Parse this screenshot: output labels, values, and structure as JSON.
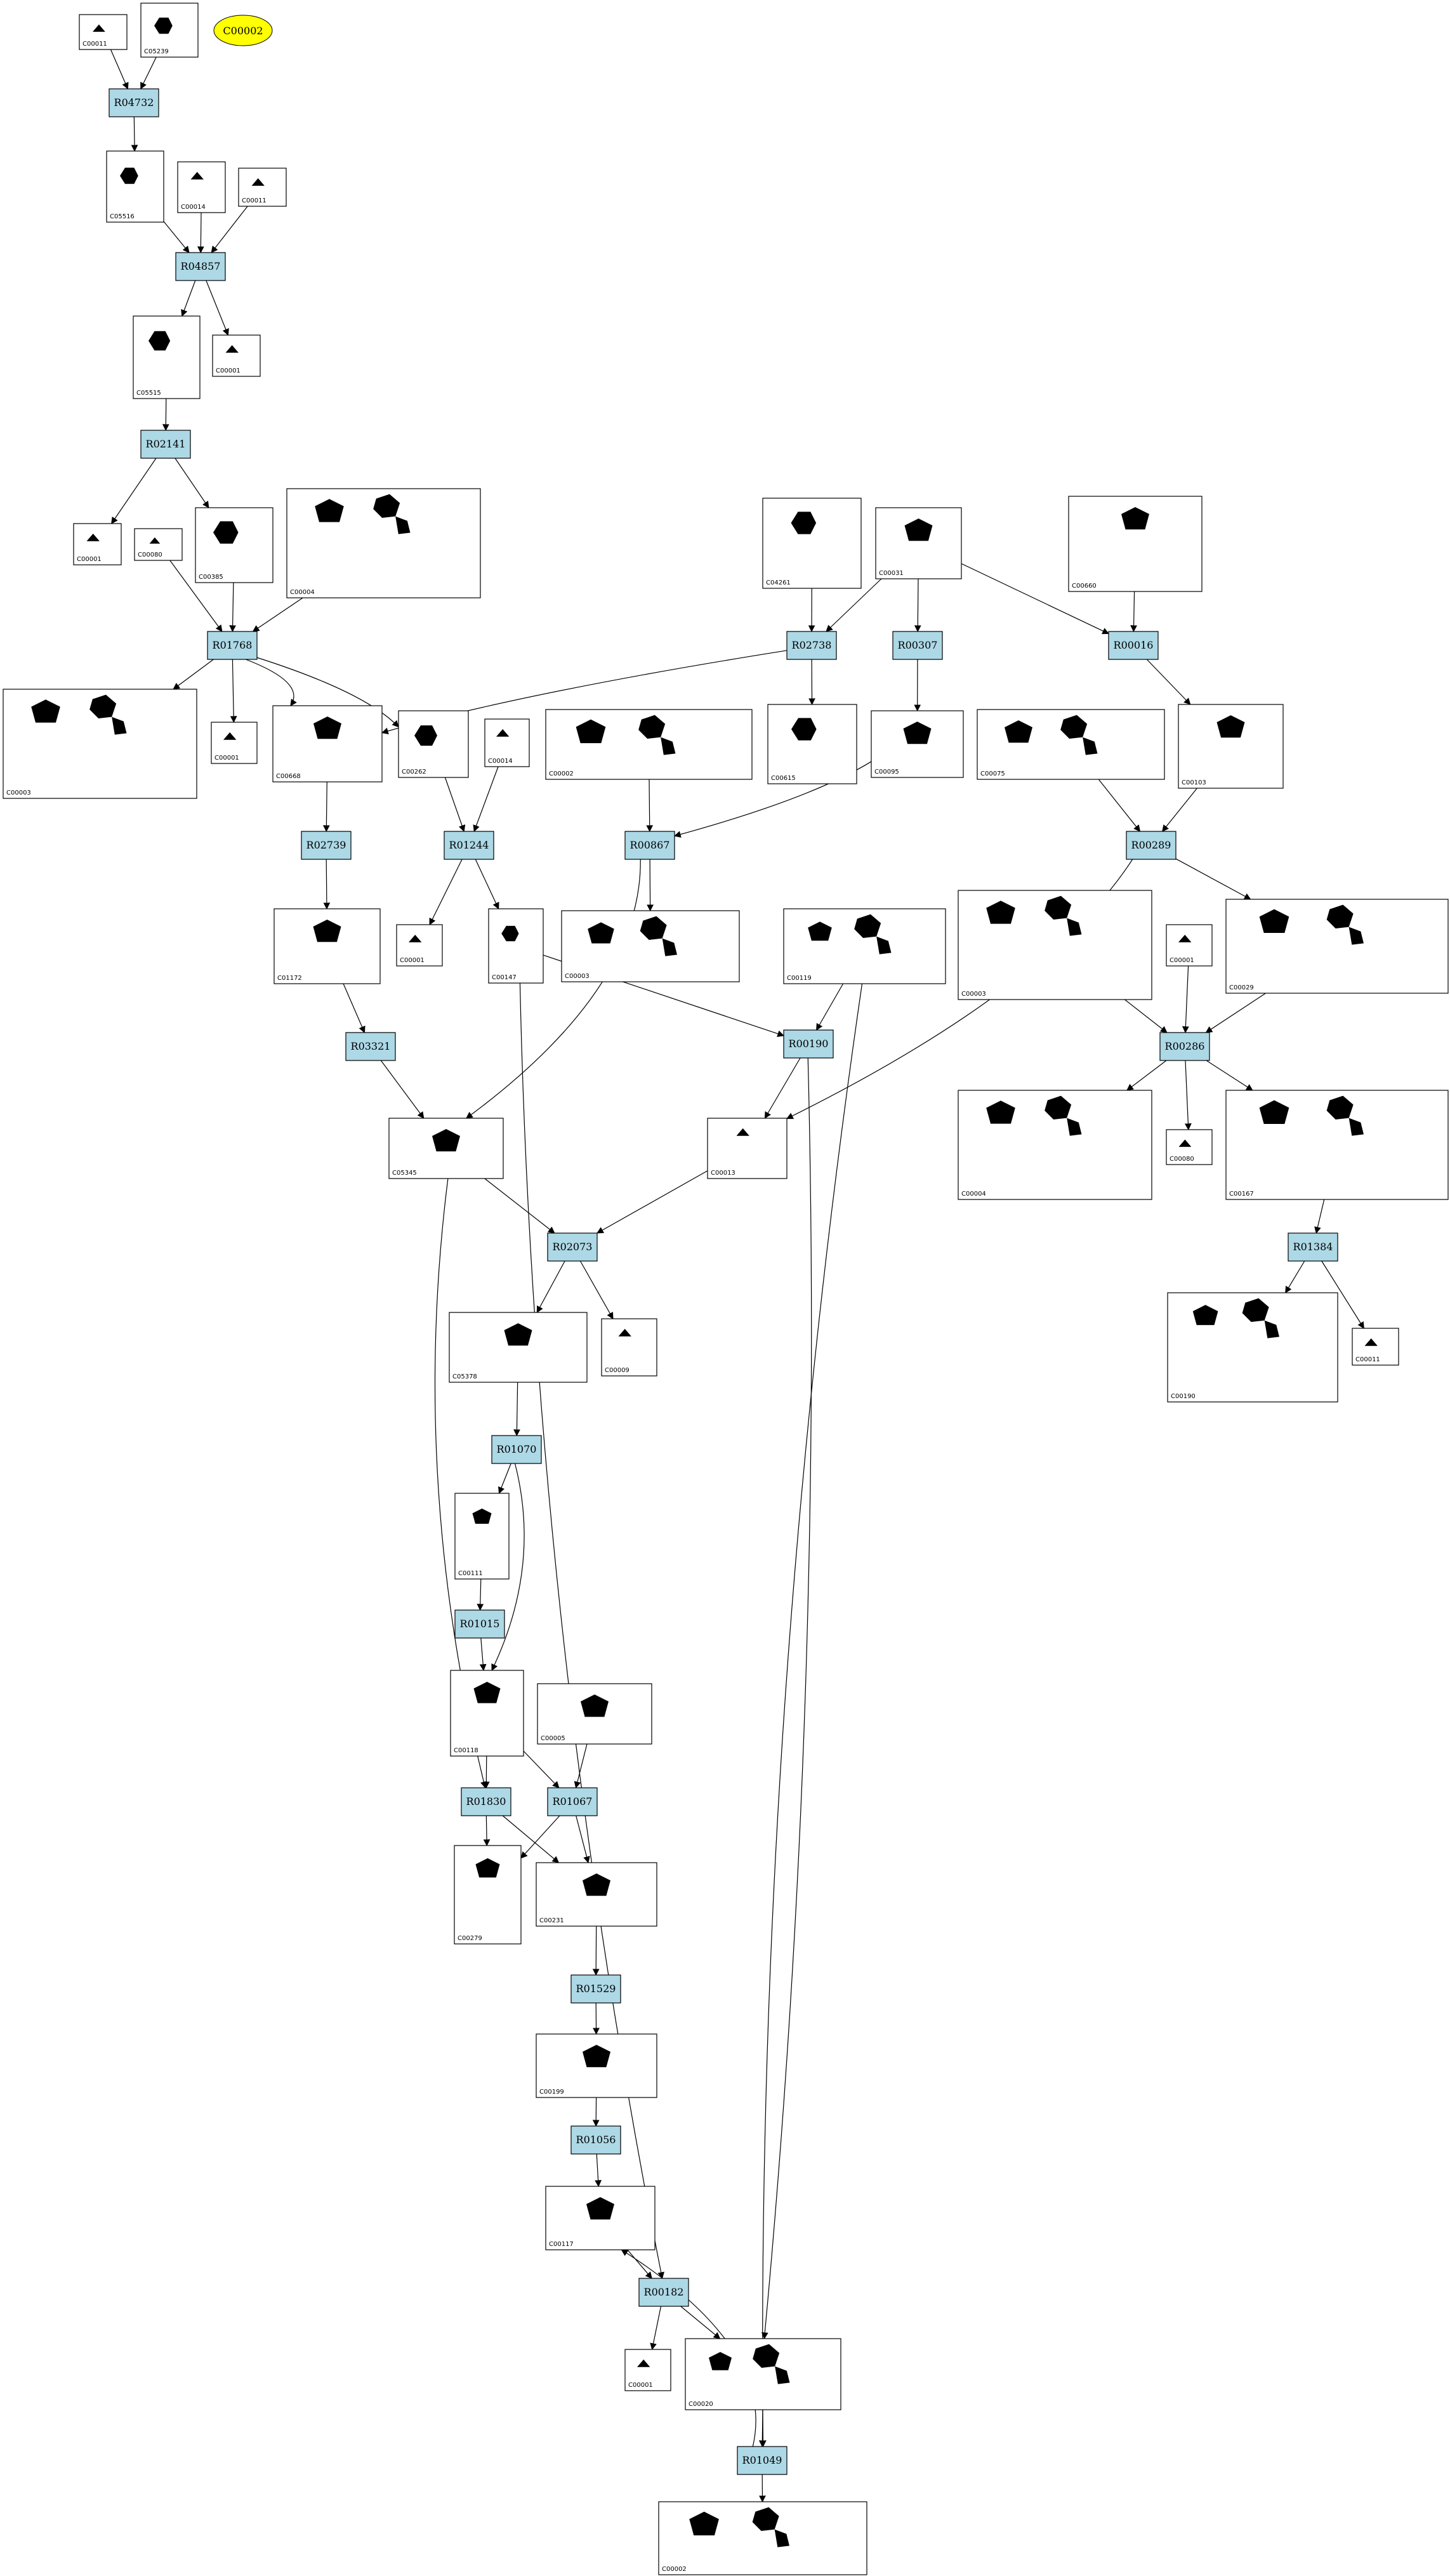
{
  "highlight": "C00002",
  "compounds": [
    {
      "id": "c1",
      "label": "C00011"
    },
    {
      "id": "c2",
      "label": "C05239"
    },
    {
      "id": "c3",
      "label": "C05516"
    },
    {
      "id": "c4",
      "label": "C00014"
    },
    {
      "id": "c5",
      "label": "C00011"
    },
    {
      "id": "c6",
      "label": "C05515"
    },
    {
      "id": "c7",
      "label": "C00001"
    },
    {
      "id": "c8",
      "label": "C00001"
    },
    {
      "id": "c9",
      "label": "C00080"
    },
    {
      "id": "c10",
      "label": "C00385"
    },
    {
      "id": "c11",
      "label": "C00004"
    },
    {
      "id": "c12",
      "label": "C04261"
    },
    {
      "id": "c13",
      "label": "C00031"
    },
    {
      "id": "c14",
      "label": "C00660"
    },
    {
      "id": "c15",
      "label": "C00003"
    },
    {
      "id": "c16",
      "label": "C00001"
    },
    {
      "id": "c17",
      "label": "C00668"
    },
    {
      "id": "c18",
      "label": "C00262"
    },
    {
      "id": "c19",
      "label": "C00014"
    },
    {
      "id": "c20",
      "label": "C00002"
    },
    {
      "id": "c21",
      "label": "C00615"
    },
    {
      "id": "c22",
      "label": "C00095"
    },
    {
      "id": "c23",
      "label": "C00075"
    },
    {
      "id": "c24",
      "label": "C00103"
    },
    {
      "id": "c25",
      "label": "C01172"
    },
    {
      "id": "c26",
      "label": "C00001"
    },
    {
      "id": "c27",
      "label": "C00147"
    },
    {
      "id": "c28",
      "label": "C00003"
    },
    {
      "id": "c29",
      "label": "C00119"
    },
    {
      "id": "c30",
      "label": "C00003"
    },
    {
      "id": "c31",
      "label": "C00001"
    },
    {
      "id": "c32",
      "label": "C00029"
    },
    {
      "id": "c33",
      "label": "C05345"
    },
    {
      "id": "c34",
      "label": "C00013"
    },
    {
      "id": "c35",
      "label": "C00004"
    },
    {
      "id": "c36",
      "label": "C00080"
    },
    {
      "id": "c37",
      "label": "C00167"
    },
    {
      "id": "c38",
      "label": "C05378"
    },
    {
      "id": "c39",
      "label": "C00009"
    },
    {
      "id": "c40",
      "label": "C00190"
    },
    {
      "id": "c41",
      "label": "C00011"
    },
    {
      "id": "c42",
      "label": "C00111"
    },
    {
      "id": "c43",
      "label": "C00118"
    },
    {
      "id": "c44",
      "label": "C00005"
    },
    {
      "id": "c45",
      "label": "C00279"
    },
    {
      "id": "c46",
      "label": "C00231"
    },
    {
      "id": "c47",
      "label": "C00199"
    },
    {
      "id": "c48",
      "label": "C00117"
    },
    {
      "id": "c49",
      "label": "C00001"
    },
    {
      "id": "c50",
      "label": "C00020"
    },
    {
      "id": "c51",
      "label": "C00002"
    }
  ],
  "reactions": [
    {
      "id": "R04732",
      "label": "R04732"
    },
    {
      "id": "R04857",
      "label": "R04857"
    },
    {
      "id": "R02141",
      "label": "R02141"
    },
    {
      "id": "R01768",
      "label": "R01768"
    },
    {
      "id": "R02738",
      "label": "R02738"
    },
    {
      "id": "R00307",
      "label": "R00307"
    },
    {
      "id": "R00016",
      "label": "R00016"
    },
    {
      "id": "R02739",
      "label": "R02739"
    },
    {
      "id": "R01244",
      "label": "R01244"
    },
    {
      "id": "R00867",
      "label": "R00867"
    },
    {
      "id": "R00289",
      "label": "R00289"
    },
    {
      "id": "R03321",
      "label": "R03321"
    },
    {
      "id": "R00190",
      "label": "R00190"
    },
    {
      "id": "R00286",
      "label": "R00286"
    },
    {
      "id": "R02073",
      "label": "R02073"
    },
    {
      "id": "R01384",
      "label": "R01384"
    },
    {
      "id": "R01070",
      "label": "R01070"
    },
    {
      "id": "R01015",
      "label": "R01015"
    },
    {
      "id": "R01830",
      "label": "R01830"
    },
    {
      "id": "R01067",
      "label": "R01067"
    },
    {
      "id": "R01529",
      "label": "R01529"
    },
    {
      "id": "R01056",
      "label": "R01056"
    },
    {
      "id": "R00182",
      "label": "R00182"
    },
    {
      "id": "R01049",
      "label": "R01049"
    }
  ]
}
